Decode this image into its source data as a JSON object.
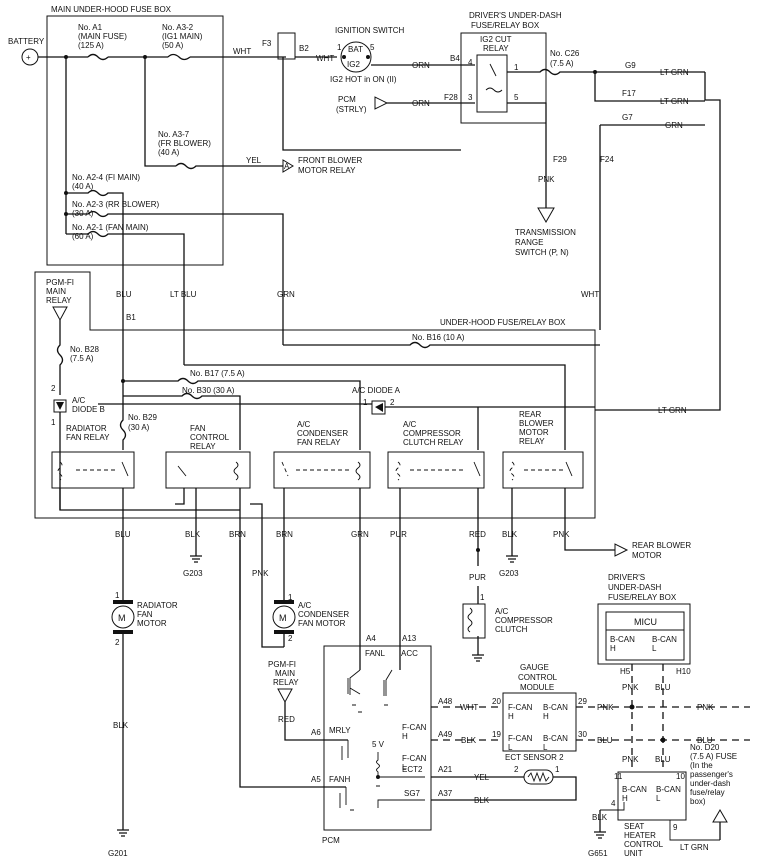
{
  "boxes": {
    "main_fuse_box": "MAIN UNDER-HOOD FUSE BOX",
    "under_dash_line1": "DRIVER'S UNDER-DASH",
    "under_dash_line2": "FUSE/RELAY BOX",
    "under_hood": "UNDER-HOOD FUSE/RELAY BOX",
    "micu_line1": "DRIVER'S",
    "micu_line2": "UNDER-DASH",
    "micu_line3": "FUSE/RELAY BOX"
  },
  "components": {
    "battery": "BATTERY",
    "ignition": "IGNITION SWITCH",
    "ig2_hot": "IG2 HOT in ON (II)",
    "bat": "BAT",
    "ig2": "IG2",
    "pcm_in": "PCM",
    "strly": "(STRLY)",
    "ig2_cut_1": "IG2 CUT",
    "ig2_cut_2": "RELAY",
    "front_blower_1": "FRONT BLOWER",
    "front_blower_2": "MOTOR RELAY",
    "trans_1": "TRANSMISSION",
    "trans_2": "RANGE",
    "trans_3": "SWITCH (P, N)",
    "pgmfi_1": "PGM-FI",
    "pgmfi_2": "MAIN",
    "pgmfi_3": "RELAY",
    "diode_b_1": "A/C",
    "diode_b_2": "DIODE B",
    "diode_a": "A/C DIODE A",
    "rad_relay_1": "RADIATOR",
    "rad_relay_2": "FAN RELAY",
    "fan_ctrl_1": "FAN",
    "fan_ctrl_2": "CONTROL",
    "fan_ctrl_3": "RELAY",
    "ac_cond_1": "A/C",
    "ac_cond_2": "CONDENSER",
    "ac_cond_3": "FAN RELAY",
    "ac_comp_1": "A/C",
    "ac_comp_2": "COMPRESSOR",
    "ac_comp_3": "CLUTCH RELAY",
    "rear_blower_1": "REAR",
    "rear_blower_2": "BLOWER",
    "rear_blower_3": "MOTOR",
    "rear_blower_4": "RELAY",
    "rear_blower_motor_1": "REAR BLOWER",
    "rear_blower_motor_2": "MOTOR",
    "rad_motor_1": "RADIATOR",
    "rad_motor_2": "FAN",
    "rad_motor_3": "MOTOR",
    "cond_motor_1": "A/C",
    "cond_motor_2": "CONDENSER",
    "cond_motor_3": "FAN MOTOR",
    "clutch_1": "A/C",
    "clutch_2": "COMPRESSOR",
    "clutch_3": "CLUTCH",
    "pgmfi2_1": "PGM-FI",
    "pgmfi2_2": "MAIN",
    "pgmfi2_3": "RELAY",
    "gauge_1": "GAUGE",
    "gauge_2": "CONTROL",
    "gauge_3": "MODULE",
    "micu": "MICU",
    "pcm": "PCM",
    "ect": "ECT SENSOR 2",
    "seat_1": "SEAT",
    "seat_2": "HEATER",
    "seat_3": "CONTROL",
    "seat_4": "UNIT",
    "five_v": "5 V",
    "fanl": "FANL",
    "acc": "ACC",
    "mrly": "MRLY",
    "fanh": "FANH",
    "ect2": "ECT2",
    "sg7": "SG7",
    "fcanh_1": "F-CAN",
    "fcanh_2": "H",
    "fcanl_1": "F-CAN",
    "fcanl_2": "L",
    "bcanh_1": "B-CAN",
    "bcanh_2": "H",
    "bcanl_1": "B-CAN",
    "bcanl_2": "L"
  },
  "fuses": {
    "a1_1": "No. A1",
    "a1_2": "(MAIN FUSE)",
    "a1_3": "(125 A)",
    "a32_1": "No. A3-2",
    "a32_2": "(IG1 MAIN)",
    "a32_3": "(50 A)",
    "a37_1": "No. A3-7",
    "a37_2": "(FR BLOWER)",
    "a37_3": "(40 A)",
    "a24_1": "No. A2-4 (FI MAIN)",
    "a24_2": "(40 A)",
    "a23_1": "No. A2-3 (RR BLOWER)",
    "a23_2": "(30 A)",
    "a21_1": "No. A2-1 (FAN MAIN)",
    "a21_2": "(60 A)",
    "c26_1": "No. C26",
    "c26_2": "(7.5 A)",
    "b28_1": "No. B28",
    "b28_2": "(7.5 A)",
    "b16": "No. B16 (10 A)",
    "b17": "No. B17 (7.5 A)",
    "b30": "No. B30 (30 A)",
    "b29_1": "No. B29",
    "b29_2": "(30 A)",
    "d20_1": "No. D20",
    "d20_2": "(7.5 A) FUSE",
    "d20_3": "(In the",
    "d20_4": "passenger's",
    "d20_5": "under-dash",
    "d20_6": "fuse/relay",
    "d20_7": "box)"
  },
  "wires": {
    "wht": "WHT",
    "yel": "YEL",
    "orn": "ORN",
    "pnk": "PNK",
    "ltgrn": "LT GRN",
    "grn": "GRN",
    "blu": "BLU",
    "ltblu": "LT BLU",
    "blk": "BLK",
    "brn": "BRN",
    "pur": "PUR",
    "red": "RED"
  },
  "connectors": {
    "f3": "F3",
    "b2": "B2",
    "b4": "B4",
    "f28": "F28",
    "g9": "G9",
    "f17": "F17",
    "g7": "G7",
    "f29": "F29",
    "f24": "F24",
    "b1": "B1",
    "a4": "A4",
    "a13": "A13",
    "a6": "A6",
    "a5": "A5",
    "a48": "A48",
    "a49": "A49",
    "a21": "A21",
    "a37": "A37",
    "h5": "H5",
    "h10": "H10"
  },
  "grounds": {
    "g203a": "G203",
    "g203b": "G203",
    "g201": "G201",
    "g651": "G651"
  }
}
